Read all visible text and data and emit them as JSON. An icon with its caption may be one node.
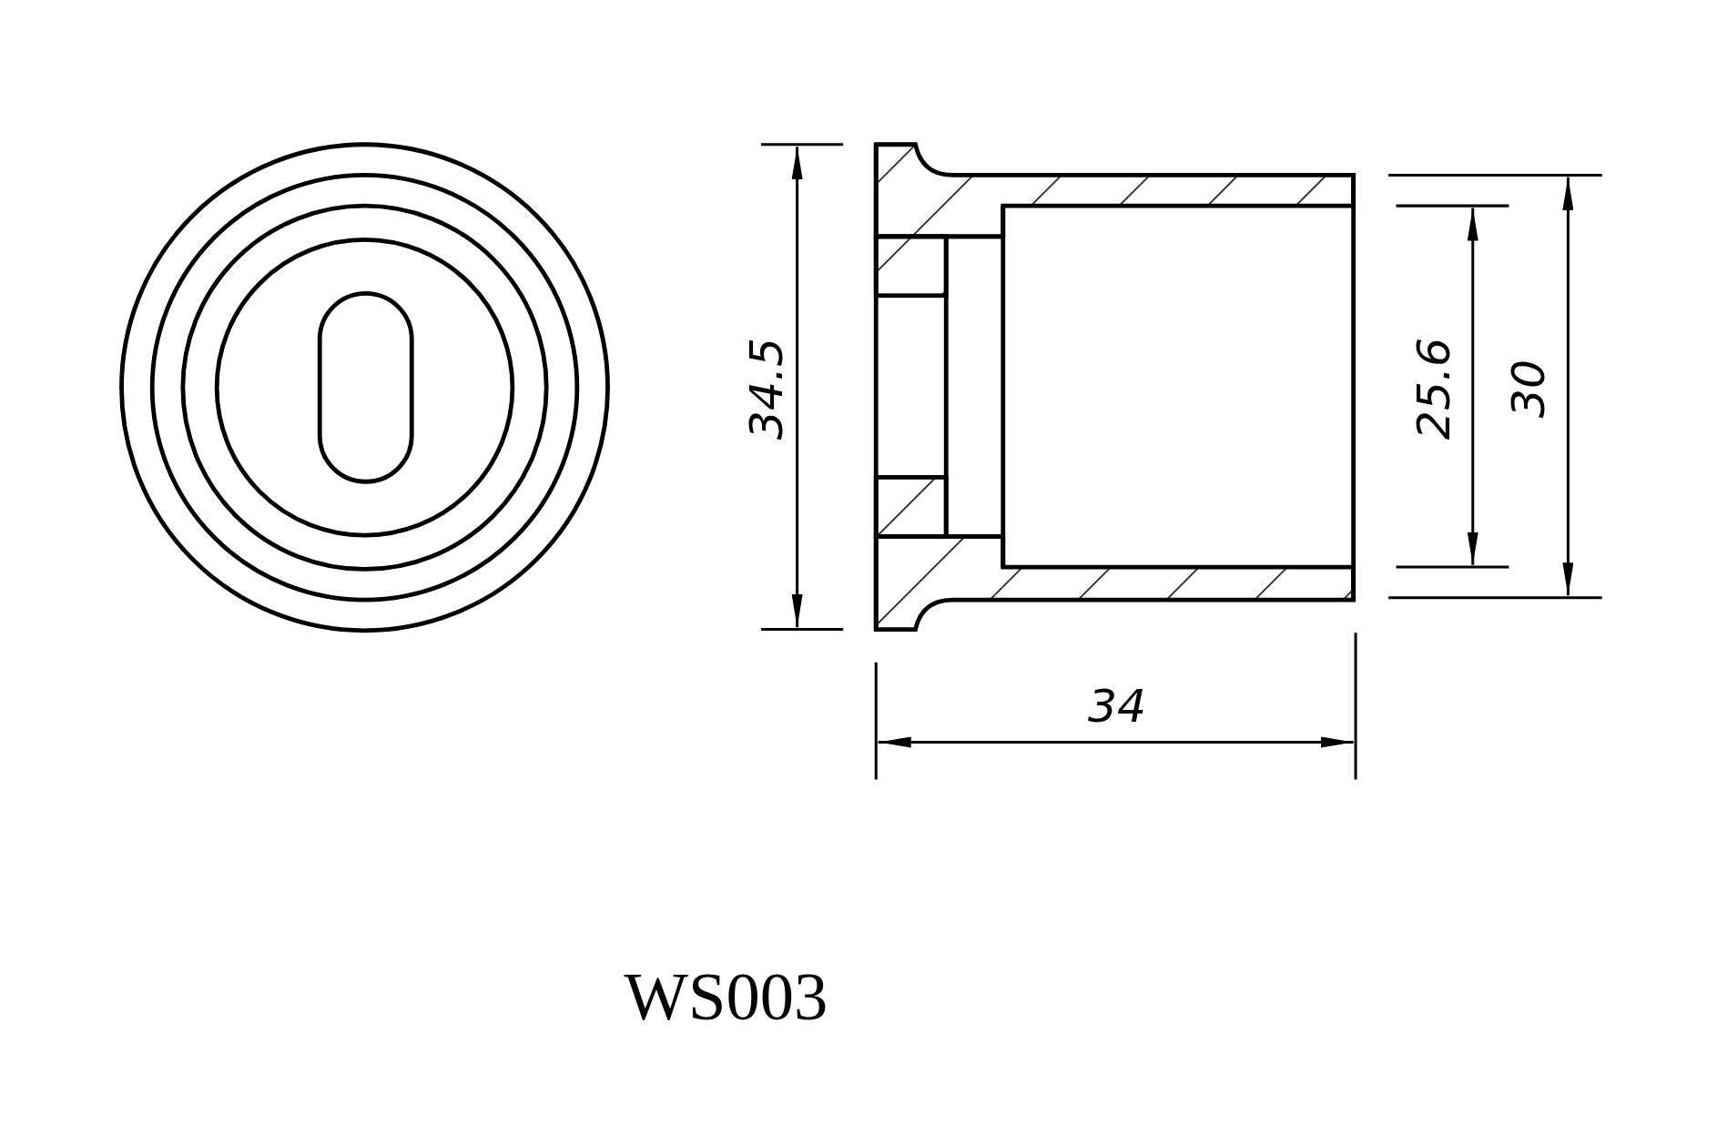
{
  "diagram": {
    "labels": [
      "34.5",
      "25.6",
      "30",
      "34",
      "WS003"
    ]
  }
}
